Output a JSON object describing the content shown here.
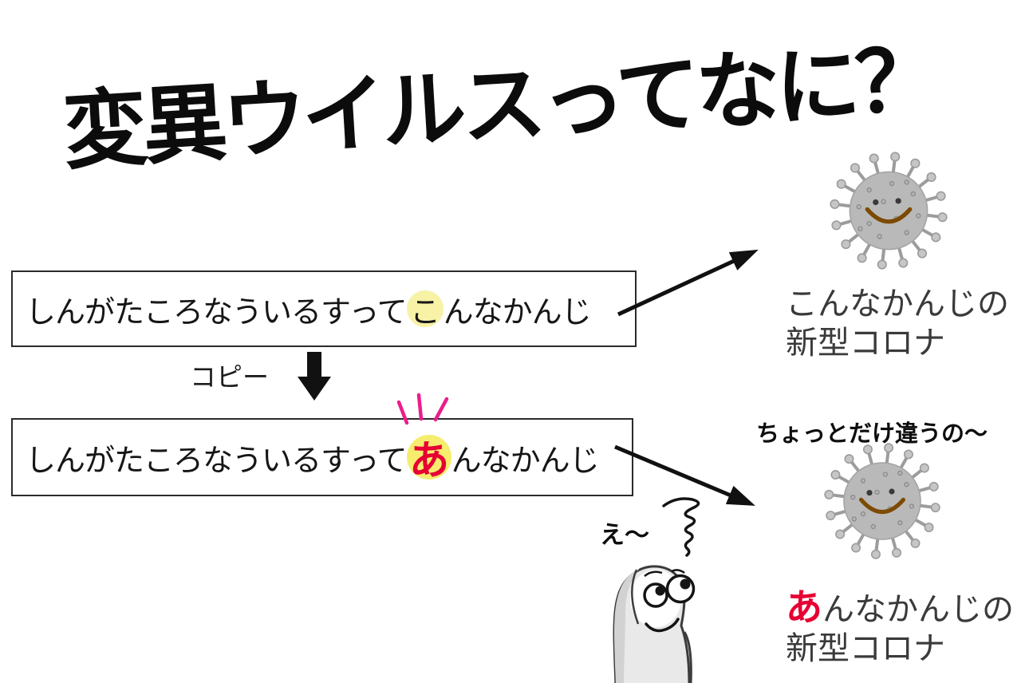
{
  "title": "変異ウイルスってなに？",
  "flow": {
    "original": {
      "pre": "しんがたころなういるすって",
      "highlight": "こ",
      "post": "んなかんじ"
    },
    "copy_label": "コピー",
    "mutated": {
      "pre": "しんがたころなういるすって",
      "highlight": "あ",
      "post": "んなかんじ"
    }
  },
  "virus_original": {
    "caption_line1": "こんなかんじの",
    "caption_line2": "新型コロナ"
  },
  "virus_mutated": {
    "note": "ちょっとだけ違うの～",
    "caption_highlight": "あ",
    "caption_line1_rest": "んなかんじの",
    "caption_line2": "新型コロナ"
  },
  "character": {
    "exclaim": "え～"
  },
  "colors": {
    "highlight_yellow_pale": "#f7f2a6",
    "highlight_yellow_bright": "#f6ec6e",
    "accent_red": "#e60033",
    "spark_pink": "#ea1e8d",
    "virus_body_gray": "#b9b9ba",
    "smile_brown": "#7c4a00",
    "ink_black": "#111111"
  }
}
